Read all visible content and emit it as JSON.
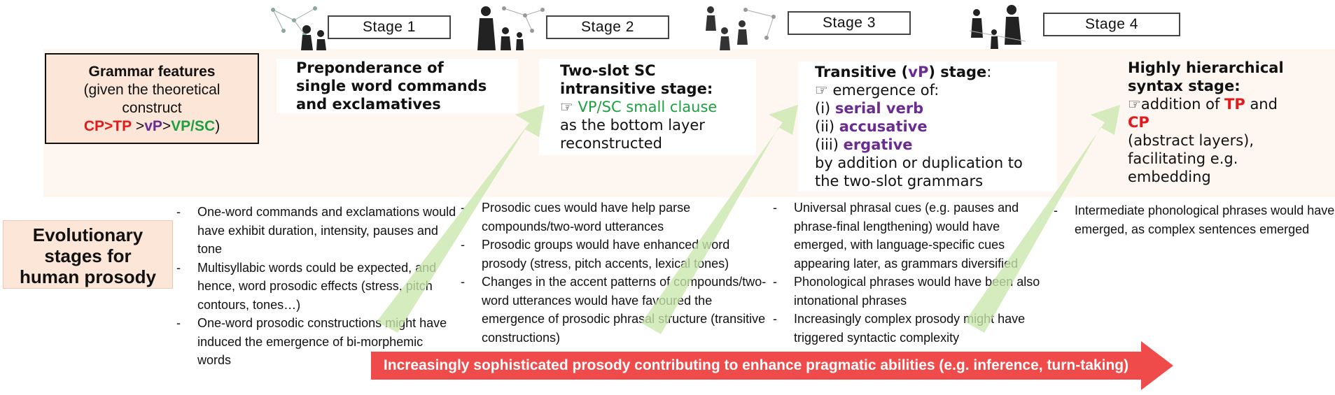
{
  "colors": {
    "red": "#e31a1c",
    "purple": "#6a2c91",
    "green": "#1fa040",
    "box_fill": "#fbe6d8",
    "arrow_green": "#c9e8ac",
    "arrow_red": "#f04b4b"
  },
  "stages": [
    {
      "label": "Stage 1"
    },
    {
      "label": "Stage 2"
    },
    {
      "label": "Stage 3"
    },
    {
      "label": "Stage 4"
    }
  ],
  "grammar_box": {
    "title": "Grammar features",
    "line2": "(given the theoretical",
    "line3": "construct",
    "cp_tp": "CP>TP",
    "gt1": " >",
    "vp": "vP",
    "gt2": ">",
    "vp_sc": "VP/SC",
    "close": ")"
  },
  "evolution_box": {
    "line1": "Evolutionary",
    "line2": "stages for",
    "line3": "human prosody"
  },
  "stage1_text": {
    "line1": "Preponderance of",
    "line2": "single word commands",
    "line3": "and exclamatives"
  },
  "stage2_text": {
    "line1": "Two-slot SC",
    "line2": "intransitive stage:",
    "hand": "☞",
    "vp_sc": "VP/SC small clause",
    "line4": "as the bottom layer",
    "line5": "reconstructed"
  },
  "stage3_text": {
    "title_a": "Transitive (",
    "title_vp": "vP",
    "title_b": ") stage",
    "title_colon": ":",
    "hand": "☞",
    "emergence": "emergence of:",
    "i_label": "(i)",
    "i_text": "serial verb",
    "ii_label": "(ii)",
    "ii_text": "accusative",
    "iii_label": "(iii)",
    "iii_text": "ergative",
    "line6": "by addition or duplication to",
    "line7": "the two-slot grammars"
  },
  "stage4_text": {
    "line1": "Highly hierarchical",
    "line2": "syntax stage:",
    "hand": "☞",
    "addition": "addition of",
    "tp": "TP",
    "and": "and",
    "cp": "CP",
    "line4": "(abstract layers),",
    "line5": "facilitating e.g.",
    "line6": "embedding"
  },
  "prosody": {
    "col1": [
      "One-word commands and exclamations would have exhibit duration, intensity, pauses and tone",
      "Multisyllabic words could be expected, and hence, word prosodic effects (stress, pitch contours, tones…)",
      "One-word prosodic constructions might have induced the emergence of bi-morphemic words"
    ],
    "col2": [
      "Prosodic cues would have help parse compounds/two-word utterances",
      "Prosodic groups would have enhanced word prosody (stress, pitch accents, lexical tones)",
      "Changes in the accent patterns of compounds/two-word utterances would have favoured the emergence of prosodic phrasal structure (transitive constructions)"
    ],
    "col3": [
      "Universal phrasal cues (e.g. pauses and phrase-final lengthening) would have emerged, with language-specific cues appearing later, as grammars diversified",
      "Phonological phrases would have been also intonational phrases",
      "Increasingly complex prosody might have triggered syntactic complexity"
    ],
    "col4": [
      "Intermediate phonological phrases would have emerged, as complex sentences emerged"
    ]
  },
  "bottom_arrow": {
    "text": "Increasingly sophisticated prosody contributing to enhance pragmatic abilities (e.g. inference, turn-taking)"
  }
}
